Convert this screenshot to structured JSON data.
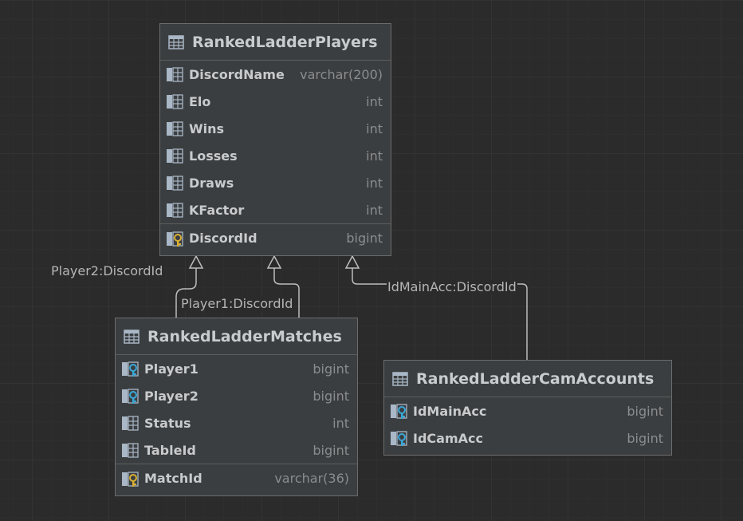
{
  "colors": {
    "background": "#2b2b2b",
    "table_fill": "#3b3e40",
    "table_border": "#6b6b6b",
    "connector": "#bdbdbd",
    "key_yellow": "#d9b033",
    "fk_blue": "#3aa8d8"
  },
  "tables": {
    "players": {
      "name": "RankedLadderPlayers",
      "columns": [
        {
          "name": "DiscordName",
          "type": "varchar(200)",
          "icon": "column-icon"
        },
        {
          "name": "Elo",
          "type": "int",
          "icon": "column-icon"
        },
        {
          "name": "Wins",
          "type": "int",
          "icon": "column-icon"
        },
        {
          "name": "Losses",
          "type": "int",
          "icon": "column-icon"
        },
        {
          "name": "Draws",
          "type": "int",
          "icon": "column-icon"
        },
        {
          "name": "KFactor",
          "type": "int",
          "icon": "column-icon"
        }
      ],
      "key": {
        "name": "DiscordId",
        "type": "bigint",
        "icon": "primary-key-icon"
      }
    },
    "matches": {
      "name": "RankedLadderMatches",
      "columns": [
        {
          "name": "Player1",
          "type": "bigint",
          "icon": "foreign-key-icon"
        },
        {
          "name": "Player2",
          "type": "bigint",
          "icon": "foreign-key-icon"
        },
        {
          "name": "Status",
          "type": "int",
          "icon": "column-icon"
        },
        {
          "name": "TableId",
          "type": "bigint",
          "icon": "column-icon"
        }
      ],
      "key": {
        "name": "MatchId",
        "type": "varchar(36)",
        "icon": "primary-key-icon"
      }
    },
    "cam": {
      "name": "RankedLadderCamAccounts",
      "columns": [
        {
          "name": "IdMainAcc",
          "type": "bigint",
          "icon": "foreign-key-icon"
        },
        {
          "name": "IdCamAcc",
          "type": "bigint",
          "icon": "foreign-key-icon"
        }
      ]
    }
  },
  "relations": {
    "player2": "Player2:DiscordId",
    "player1": "Player1:DiscordId",
    "main_acc": "IdMainAcc:DiscordId"
  }
}
